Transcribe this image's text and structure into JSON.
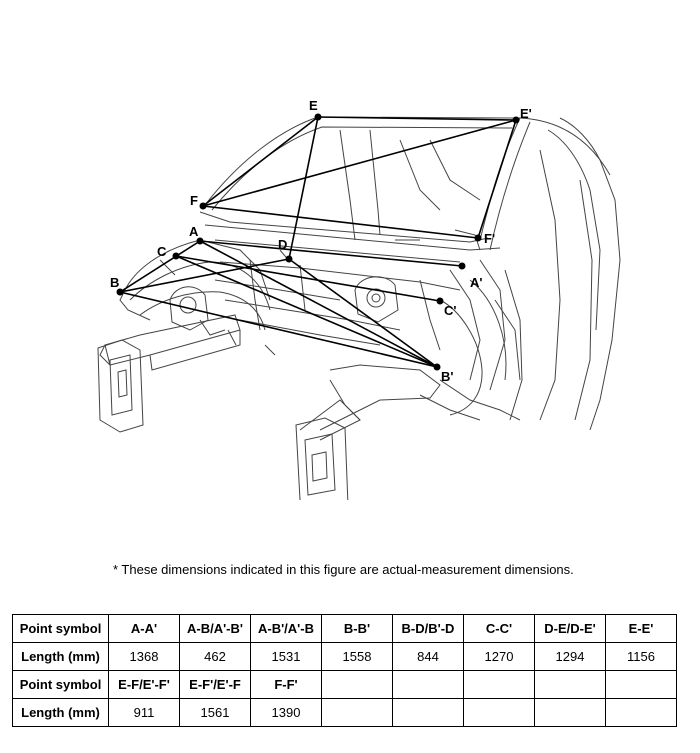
{
  "points": [
    "A",
    "A'",
    "B",
    "B'",
    "C",
    "C'",
    "D",
    "E",
    "E'",
    "F",
    "F'"
  ],
  "note": "*  These dimensions indicated in this figure are actual-measurement dimensions.",
  "table": {
    "rows": [
      [
        "Point symbol",
        "A-A'",
        "A-B/A'-B'",
        "A-B'/A'-B",
        "B-B'",
        "B-D/B'-D",
        "C-C'",
        "D-E/D-E'",
        "E-E'"
      ],
      [
        "Length (mm)",
        "1368",
        "462",
        "1531",
        "1558",
        "844",
        "1270",
        "1294",
        "1156"
      ],
      [
        "Point symbol",
        "E-F/E'-F'",
        "E-F'/E'-F",
        "F-F'",
        "",
        "",
        "",
        "",
        ""
      ],
      [
        "Length (mm)",
        "911",
        "1561",
        "1390",
        "",
        "",
        "",
        "",
        ""
      ]
    ]
  }
}
